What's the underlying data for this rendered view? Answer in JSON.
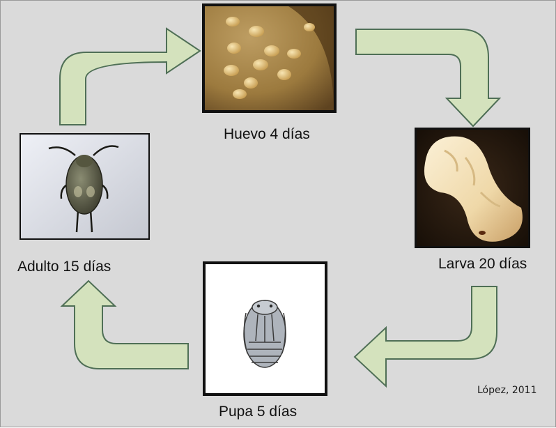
{
  "stages": [
    {
      "key": "egg",
      "label": "Huevo 4 días"
    },
    {
      "key": "larva",
      "label": "Larva 20 días"
    },
    {
      "key": "pupa",
      "label": "Pupa 5 días"
    },
    {
      "key": "adult",
      "label": "Adulto 15 días"
    }
  ],
  "credit": "López, 2011",
  "colors": {
    "background": "#dadada",
    "arrow_fill": "#d4e2bd",
    "arrow_stroke": "#4f6f56",
    "frame": "#111111"
  },
  "icons": {
    "egg": "eggs-photo-icon",
    "larva": "larva-photo-icon",
    "pupa": "pupa-drawing-icon",
    "adult": "beetle-photo-icon"
  }
}
